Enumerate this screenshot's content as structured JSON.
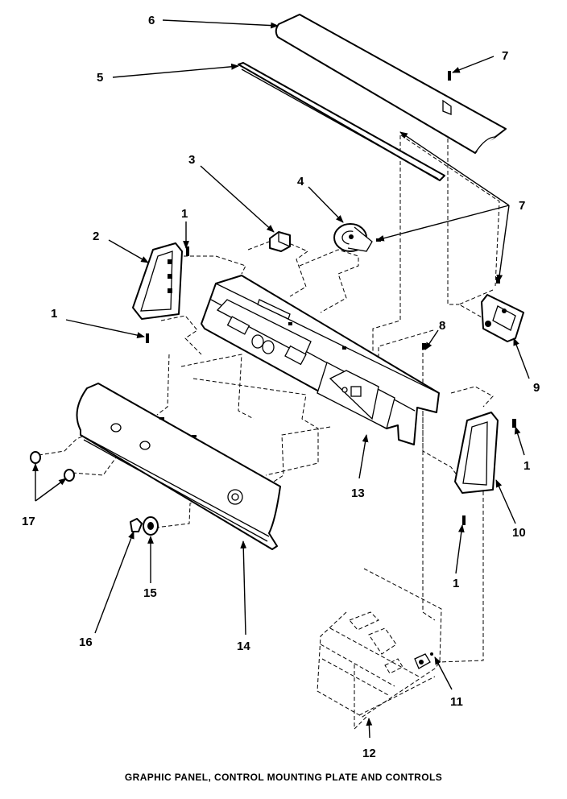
{
  "caption": "GRAPHIC PANEL, CONTROL MOUNTING PLATE AND CONTROLS",
  "callouts": {
    "c6": "6",
    "c5": "5",
    "c7a": "7",
    "c7b": "7",
    "c3": "3",
    "c4": "4",
    "c2": "2",
    "c1a": "1",
    "c1b": "1",
    "c8": "8",
    "c9": "9",
    "c13": "13",
    "c1c": "1",
    "c10": "10",
    "c17": "17",
    "c1d": "1",
    "c15": "15",
    "c16": "16",
    "c14": "14",
    "c11": "11",
    "c12": "12"
  }
}
